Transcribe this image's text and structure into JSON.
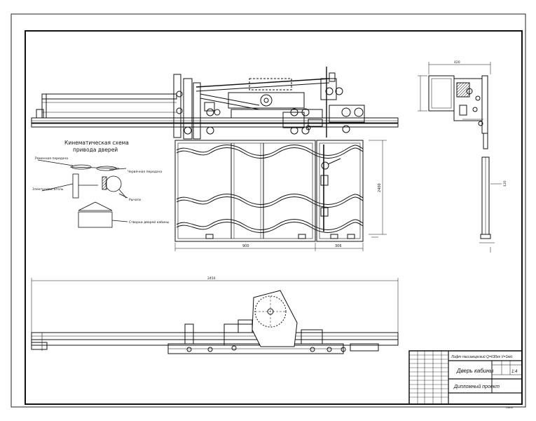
{
  "kinematic_scheme": {
    "title_line1": "Кинематическая схема",
    "title_line2": "привода дверей",
    "labels": {
      "belt": "Ременная передача",
      "motor": "Электродвигатель",
      "worm": "Червячная передача",
      "levers": "Рычаги",
      "door_leaves": "Створки дверей кабины"
    }
  },
  "dimensions": {
    "door_width": "900",
    "door_gap": "306",
    "door_height": "2400",
    "overall_length": "2450",
    "side_width": "420",
    "side_small": "120"
  },
  "title_block": {
    "project": "Лифт пассажирский Q=630кг V=1м/с",
    "drawing_title": "Дверь кабины",
    "subtitle": "Дипломный проект",
    "scale": "1:4",
    "sheet": "Лист"
  }
}
